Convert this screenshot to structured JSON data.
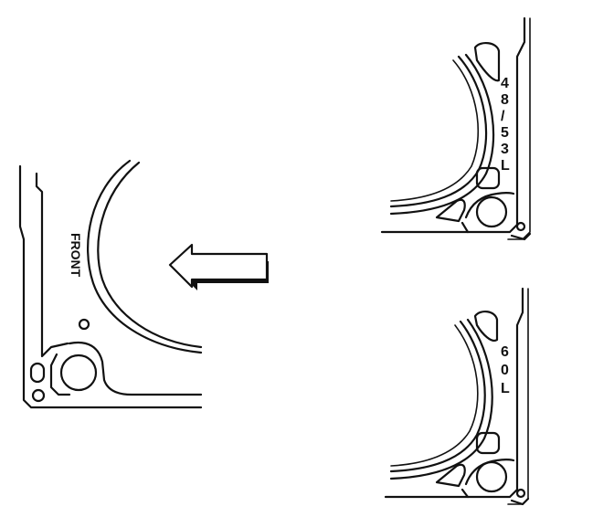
{
  "labels": {
    "front": "FRONT",
    "top_right": [
      "4",
      "8",
      "/",
      "5",
      "3",
      "L"
    ],
    "bottom_right": [
      "6",
      "0",
      "L"
    ]
  },
  "colors": {
    "ink": "#111111",
    "background": "#ffffff"
  },
  "icons": {
    "direction_arrow": "arrow-left-icon"
  }
}
